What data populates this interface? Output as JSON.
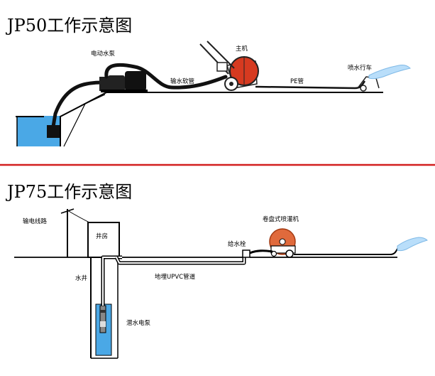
{
  "top": {
    "title": "JP50工作示意图",
    "labels": {
      "pump": "电动水泵",
      "main_machine": "主机",
      "hose": "输水软管",
      "pe_pipe": "PE管",
      "sprinkler_cart": "喷水行车"
    }
  },
  "bottom": {
    "title": "JP75工作示意图",
    "labels": {
      "power_line": "输电线路",
      "well_house": "井房",
      "well": "水井",
      "hydrant": "给水栓",
      "reel_machine": "卷盘式喷灌机",
      "upvc_pipe": "地埋UPVC管道",
      "submersible_pump": "潜水电泵"
    }
  },
  "colors": {
    "water": "#4aa8e6",
    "divider": "#d21f1f",
    "reel": "#e06a3c",
    "spray": "#b9defa"
  }
}
